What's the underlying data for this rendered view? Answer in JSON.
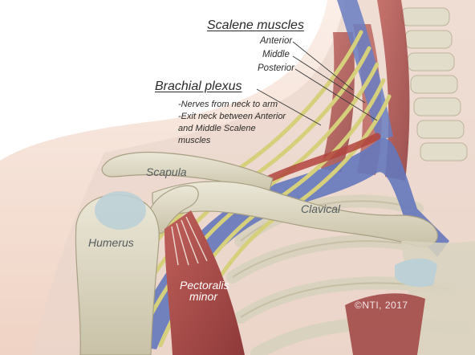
{
  "scalene": {
    "title": "Scalene muscles",
    "items": [
      "Anterior",
      "Middle",
      "Posterior"
    ]
  },
  "brachial": {
    "title": "Brachial plexus",
    "notes": [
      "-Nerves from neck to arm",
      "-Exit neck between Anterior",
      "and Middle Scalene",
      "muscles"
    ]
  },
  "bones": {
    "scapula": "Scapula",
    "clavical": "Clavical",
    "humerus": "Humerus"
  },
  "muscle": {
    "line1": "Pectoralis",
    "line2": "minor"
  },
  "copyright": "©NTI, 2017",
  "colors": {
    "skin": "#f5e4da",
    "bone": "#ddd8c4",
    "muscle": "#a94a4a",
    "vein": "#5a6fb3",
    "nerve": "#d4cf7a",
    "cartilage": "#b9cfd6"
  }
}
